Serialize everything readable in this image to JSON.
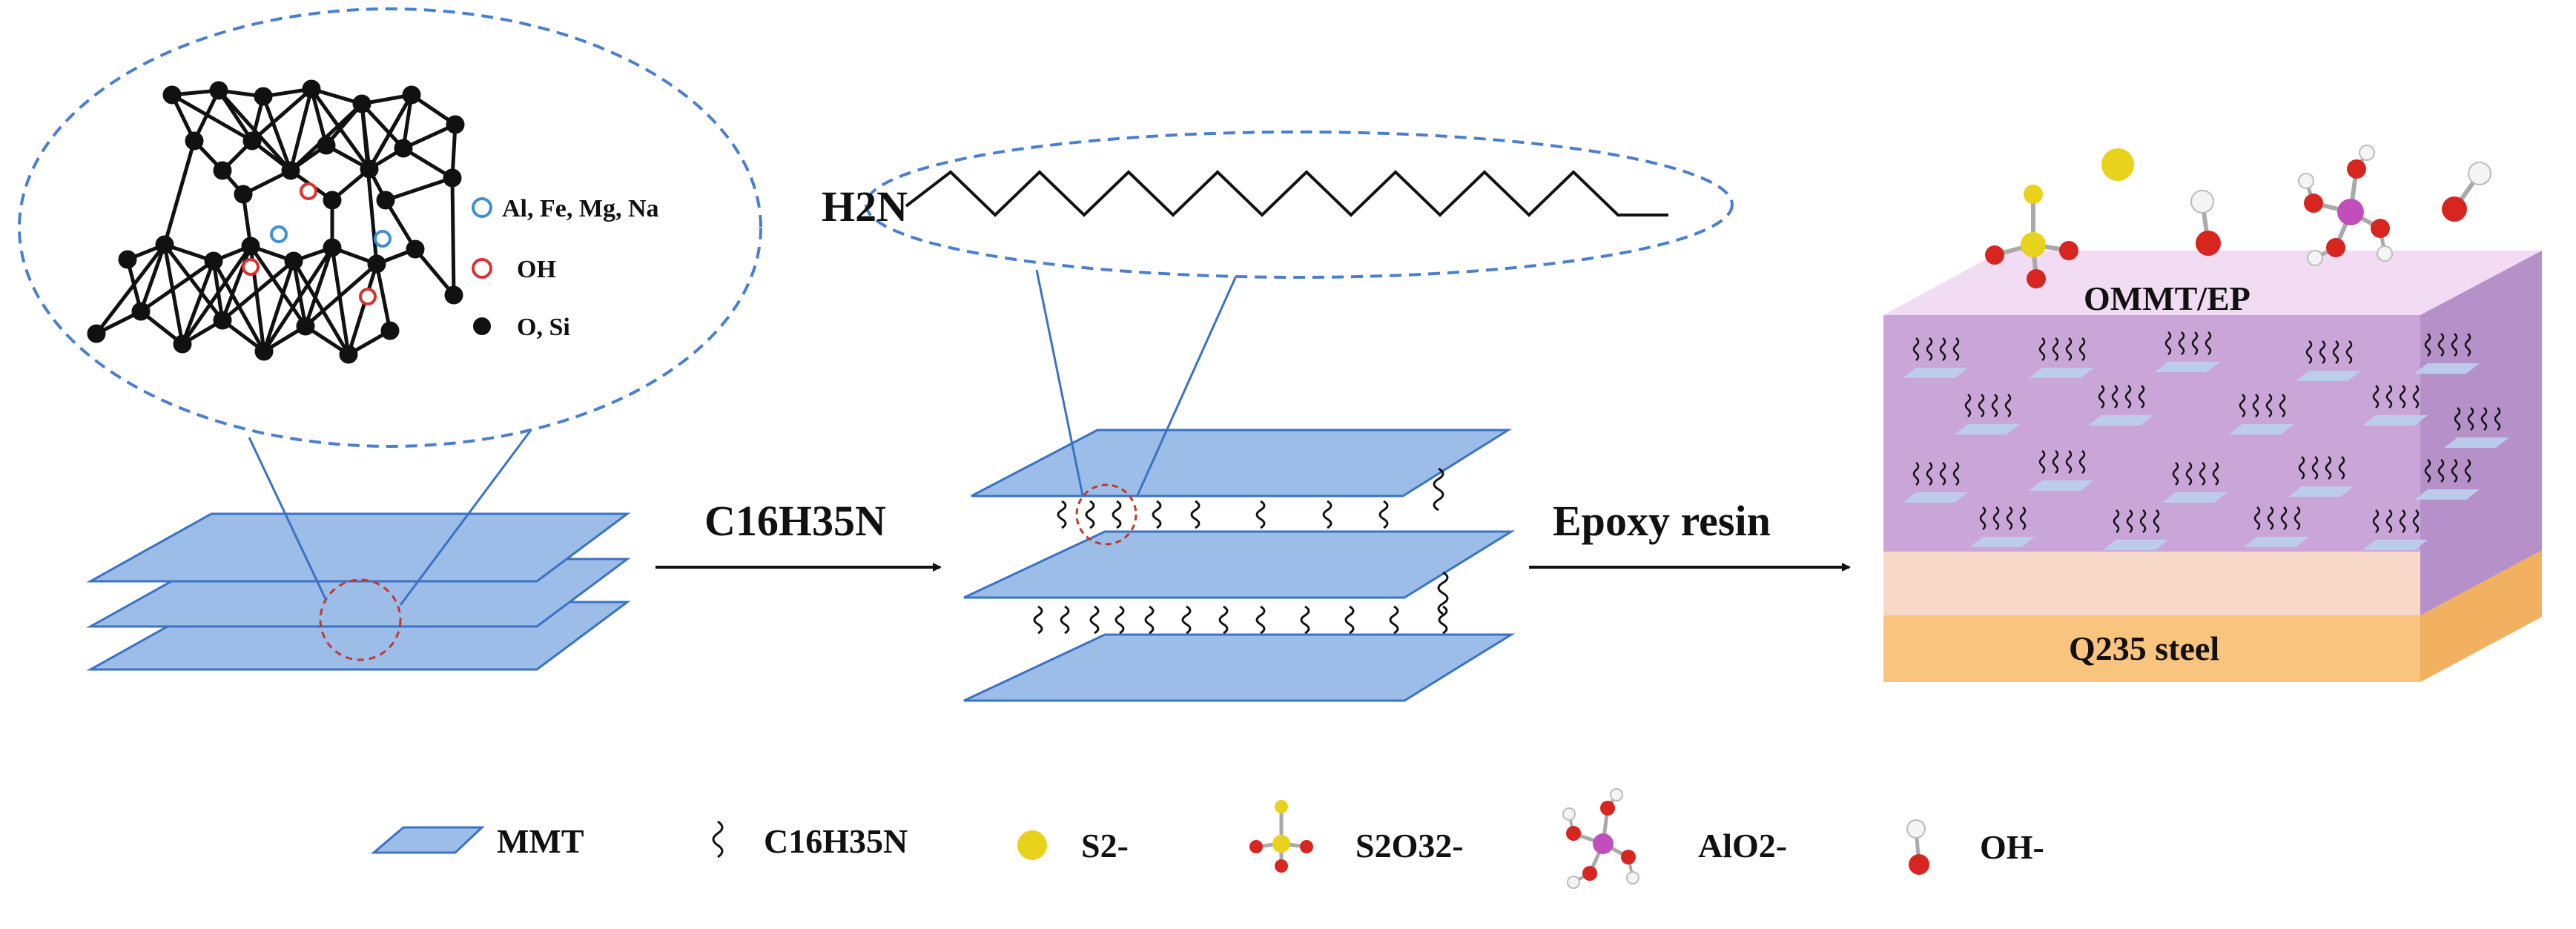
{
  "colors": {
    "sheet_fill": "#9dbde9",
    "sheet_stroke": "#3a72c4",
    "guide_line": "#3a72c4",
    "ellipse_stroke": "#4a7fcf",
    "focus_circle": "#c0392b",
    "atom_al": "#3d8fd6",
    "atom_oh": "#d9322f",
    "atom_o_si": "#111111",
    "sulfur": "#e8d21b",
    "oxygen": "#d6261f",
    "aluminium": "#c04fbd",
    "hydrogen": "#f4f4f4",
    "coating_top": "#f1dcf4",
    "coating_front": "#caa6d8",
    "coating_side": "#b690c8",
    "steel_front": "#f8c47e",
    "steel_side": "#f2b061",
    "steel_top": "#f8d9c9"
  },
  "structure_inset": {
    "legend": [
      {
        "icon": "hollow-blue-circle",
        "label": "Al, Fe, Mg, Na"
      },
      {
        "icon": "hollow-red-circle",
        "label": "OH"
      },
      {
        "icon": "solid-black-circle",
        "label": "O, Si"
      }
    ]
  },
  "amine_inset": {
    "label": "H2N"
  },
  "arrow1": {
    "label": "C16H35N"
  },
  "arrow2": {
    "label": "Epoxy resin"
  },
  "coating": {
    "label": "OMMT/EP"
  },
  "steel": {
    "label": "Q235 steel"
  },
  "legend": [
    {
      "icon": "mmt-sheet-icon",
      "label": "MMT"
    },
    {
      "icon": "alkyl-chain-icon",
      "label": "C16H35N"
    },
    {
      "icon": "sulfide-ion-icon",
      "label": "S2-"
    },
    {
      "icon": "thiosulfate-ion-icon",
      "label": "S2O32-"
    },
    {
      "icon": "aluminate-ion-icon",
      "label": "AlO2-"
    },
    {
      "icon": "hydroxide-ion-icon",
      "label": "OH-"
    }
  ]
}
